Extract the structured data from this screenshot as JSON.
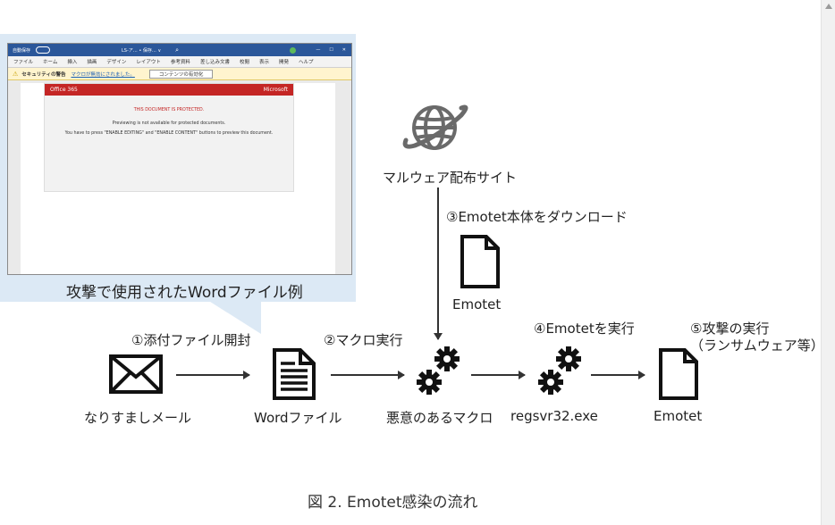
{
  "screenshot": {
    "window": {
      "autosave": "自動保存",
      "title": "LS-ア… • 保存… ∨"
    },
    "ribbon_tabs": [
      "ファイル",
      "ホーム",
      "挿入",
      "描画",
      "デザイン",
      "レイアウト",
      "参考資料",
      "差し込み文書",
      "校閲",
      "表示",
      "開発",
      "ヘルプ"
    ],
    "warning": {
      "label": "セキュリティの警告",
      "message": "マクロが無効にされました。",
      "button": "コンテンツの有効化"
    },
    "office365": {
      "brand": "Office 365",
      "microsoft": "Microsoft",
      "heading": "THIS DOCUMENT IS PROTECTED.",
      "line1": "Previewing is not available for protected documents.",
      "line2": "You have to press \"ENABLE EDITING\" and \"ENABLE CONTENT\" buttons to preview this document."
    }
  },
  "callout_caption": "攻撃で使用されたWordファイル例",
  "nodes": {
    "email": "なりすましメール",
    "word": "Wordファイル",
    "macro": "悪意のあるマクロ",
    "regsvr": "regsvr32.exe",
    "emotet_final": "Emotet",
    "server": "マルウェア配布サイト",
    "emotet_download": "Emotet"
  },
  "steps": {
    "s1": "①添付ファイル開封",
    "s2": "②マクロ実行",
    "s3": "③Emotet本体をダウンロード",
    "s4": "④Emotetを実行",
    "s5_line1": "⑤攻撃の実行",
    "s5_line2": "（ランサムウェア等）"
  },
  "figure_caption": "図 2. Emotet感染の流れ"
}
